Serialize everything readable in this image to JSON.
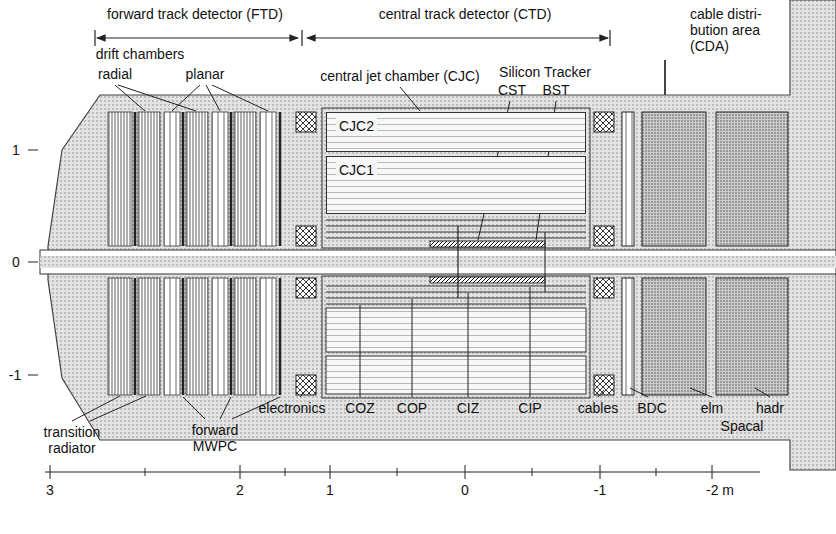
{
  "diagram": {
    "nodes": [
      {
        "text": [
          "CJC2"
        ]
      },
      {
        "text": [
          "CJC1"
        ]
      }
    ],
    "labels": [
      "forward track detector (FTD)",
      "central track detector (CTD)",
      "cable distri- bution area (CDA)",
      "drift chambers",
      "radial",
      "planar",
      "central jet chamber (CJC)",
      "Silicon Tracker",
      "CST",
      "BST",
      "1",
      "0",
      "-1",
      "transition radiator",
      "forward MWPC",
      "electronics",
      "COZ",
      "COP",
      "CIZ",
      "CIP",
      "cables",
      "BDC",
      "elm",
      "hadr",
      "Spacal",
      "3",
      "2",
      "1",
      "0",
      "-1",
      "-2 m"
    ]
  }
}
